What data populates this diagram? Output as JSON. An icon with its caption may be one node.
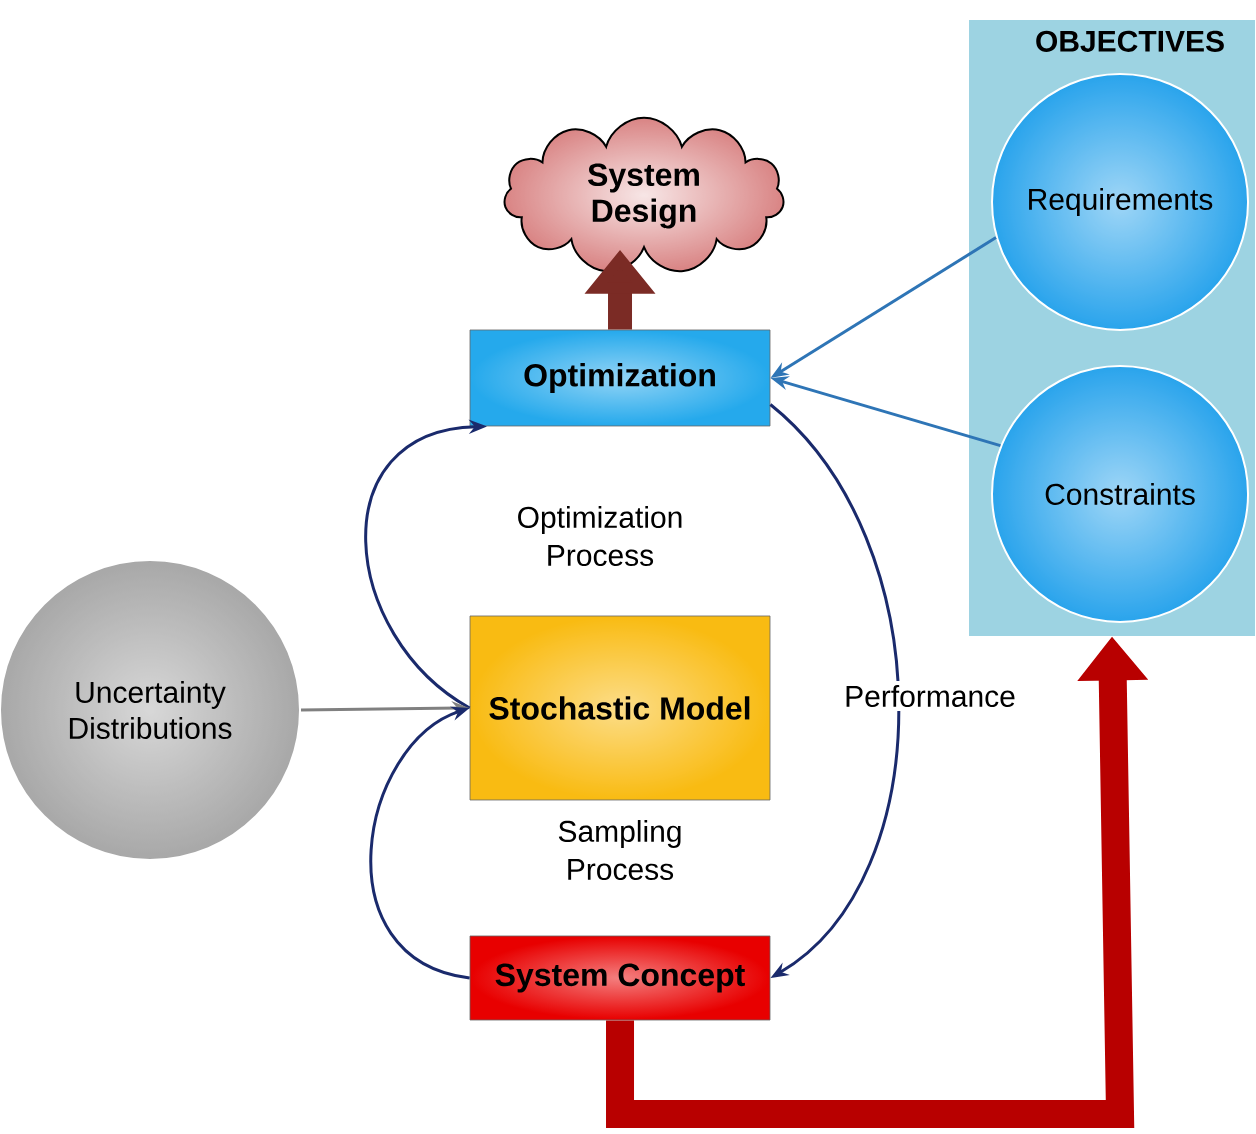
{
  "diagram": {
    "nodes": [
      {
        "text": [
          "System Design"
        ]
      },
      {
        "text": [
          "OBJECTIVES"
        ]
      },
      {
        "text": [
          "Requirements"
        ],
        "in": 1
      },
      {
        "text": [
          "Constraints"
        ],
        "in": 1
      },
      {
        "text": [
          "Optimization"
        ]
      },
      {
        "text": [
          "Uncertainty Distributions"
        ]
      },
      {
        "text": [
          "Stochastic Model"
        ]
      },
      {
        "text": [
          "System Concept"
        ]
      }
    ],
    "edges": [
      {
        "from": 4,
        "to": 0,
        "arrow": "to",
        "style": "thick",
        "color": "#7b2b25"
      },
      {
        "from": 2,
        "to": 4,
        "arrow": "to",
        "color": "#2e75b6"
      },
      {
        "from": 3,
        "to": 4,
        "arrow": "to",
        "color": "#2e75b6"
      },
      {
        "from": 6,
        "to": 4,
        "arrow": "to",
        "label": "Optimization Process"
      },
      {
        "from": 5,
        "to": 6,
        "arrow": "to",
        "color": "#808080"
      },
      {
        "from": 7,
        "to": 6,
        "arrow": "to",
        "label": "Sampling Process"
      },
      {
        "from": 4,
        "to": 7,
        "arrow": "to",
        "label": "Performance"
      },
      {
        "from": 7,
        "to": 1,
        "arrow": "to",
        "style": "thick",
        "color": "#b80000"
      }
    ]
  }
}
